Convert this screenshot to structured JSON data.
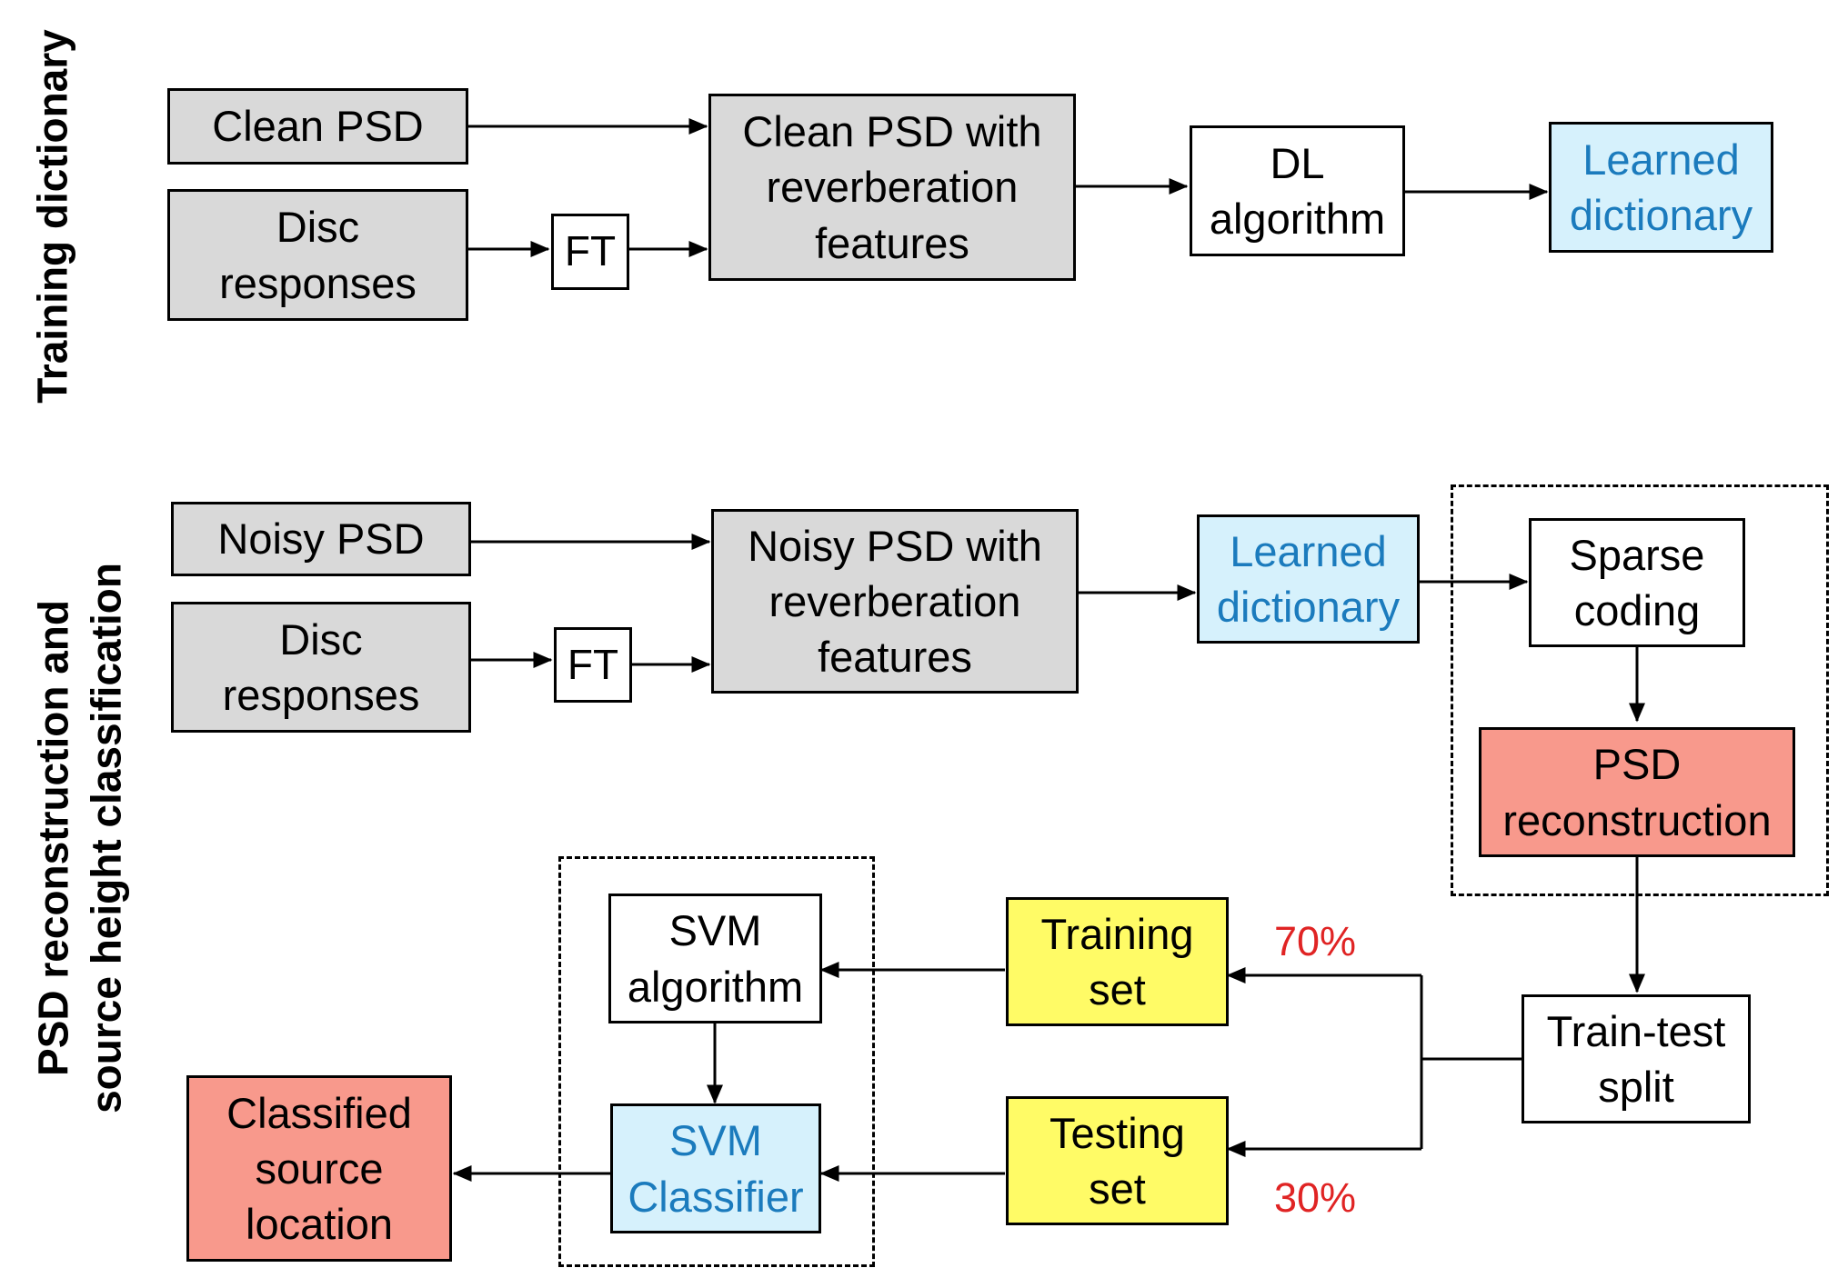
{
  "section_labels": {
    "training": "Training dictionary",
    "classification_line1": "PSD reconstruction and",
    "classification_line2": "source height classification"
  },
  "top_row": {
    "clean_psd": "Clean PSD",
    "disc_responses": "Disc\nresponses",
    "ft": "FT",
    "clean_psd_features": "Clean PSD with\nreverberation\nfeatures",
    "dl_algorithm": "DL\nalgorithm",
    "learned_dictionary": "Learned\ndictionary"
  },
  "middle_row": {
    "noisy_psd": "Noisy PSD",
    "disc_responses": "Disc\nresponses",
    "ft": "FT",
    "noisy_psd_features": "Noisy PSD with\nreverberation\nfeatures",
    "learned_dictionary": "Learned\ndictionary",
    "sparse_coding": "Sparse\ncoding",
    "psd_reconstruction": "PSD\nreconstruction"
  },
  "bottom_row": {
    "train_test_split": "Train-test\nsplit",
    "training_set": "Training\nset",
    "testing_set": "Testing\nset",
    "pct_training": "70%",
    "pct_testing": "30%",
    "svm_algorithm": "SVM\nalgorithm",
    "svm_classifier": "SVM\nClassifier",
    "classified_location": "Classified\nsource\nlocation"
  },
  "colors": {
    "gray_box": "#d9d9d9",
    "blue_box": "#d6f1fc",
    "blue_text": "#1b7bbd",
    "red_box": "#f8998c",
    "yellow_box": "#fffb66",
    "percent_text": "#e02424"
  }
}
